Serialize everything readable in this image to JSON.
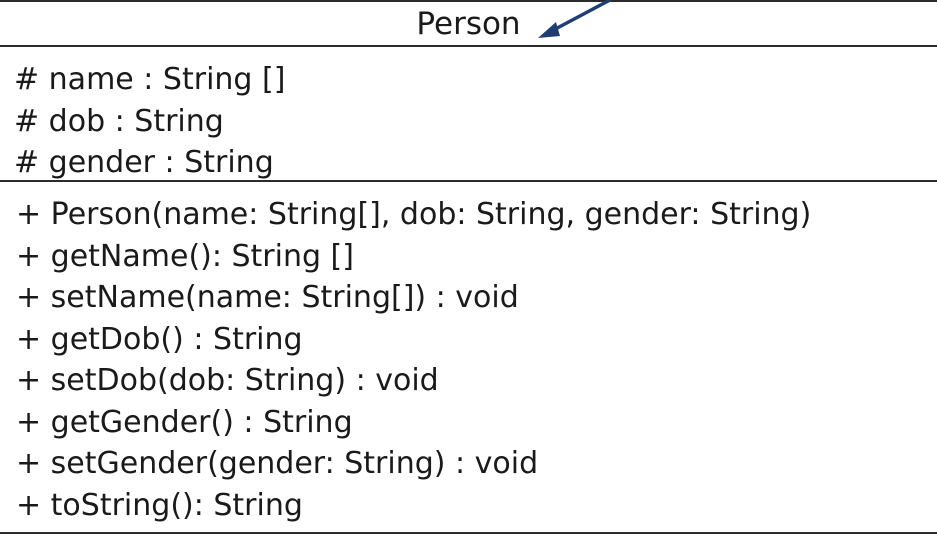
{
  "diagram": {
    "class_name": "Person",
    "attributes": [
      "# name : String []",
      "# dob : String",
      "# gender : String"
    ],
    "methods": [
      "+ Person(name: String[], dob: String, gender: String)",
      "+ getName(): String []",
      "+ setName(name: String[]) : void",
      "+ getDob() : String",
      "+ setDob(dob: String) : void",
      "+ getGender() : String",
      "+ setGender(gender: String) : void",
      "+ toString(): String"
    ],
    "colors": {
      "border": "#2b2b2b",
      "text": "#1a1a1a",
      "arrow": "#1f3f73"
    }
  }
}
